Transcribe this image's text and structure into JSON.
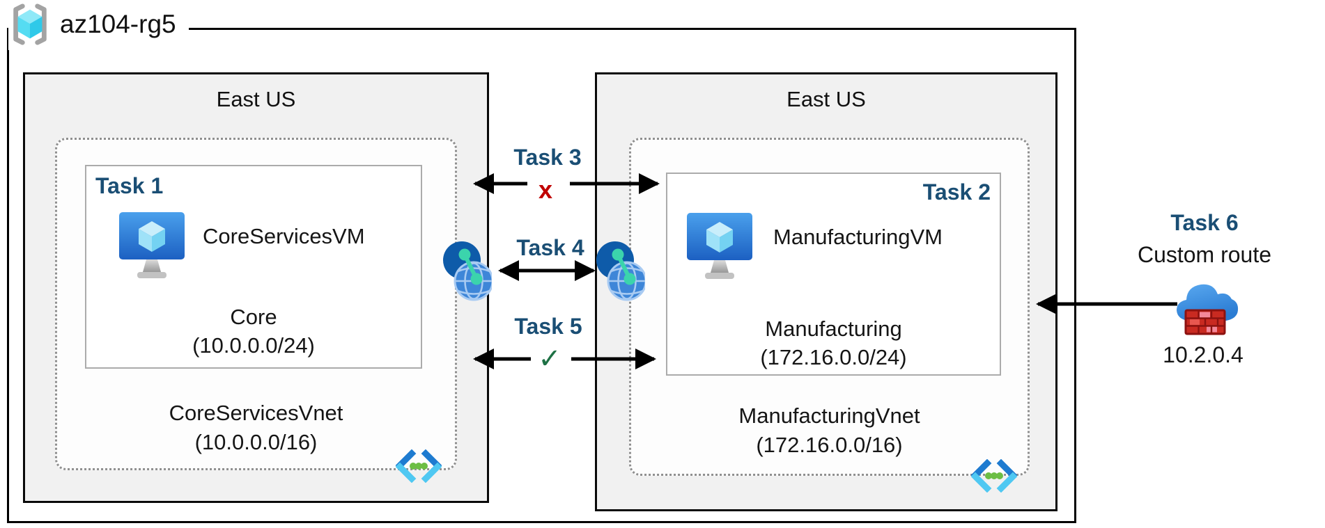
{
  "resource_group": {
    "name": "az104-rg5"
  },
  "regions": [
    {
      "title": "East US",
      "task_label": "Task 1",
      "vm_name": "CoreServicesVM",
      "subnet_name": "Core",
      "subnet_cidr": "(10.0.0.0/24)",
      "vnet_name": "CoreServicesVnet",
      "vnet_cidr": "(10.0.0.0/16)"
    },
    {
      "title": "East US",
      "task_label": "Task 2",
      "vm_name": "ManufacturingVM",
      "subnet_name": "Manufacturing",
      "subnet_cidr": "(172.16.0.0/24)",
      "vnet_name": "ManufacturingVnet",
      "vnet_cidr": "(172.16.0.0/16)"
    }
  ],
  "connections": {
    "task3": {
      "label": "Task 3",
      "status_symbol": "x"
    },
    "task4": {
      "label": "Task 4"
    },
    "task5": {
      "label": "Task 5",
      "status_symbol": "✓"
    },
    "task6": {
      "label": "Task 6",
      "description": "Custom route",
      "ip": "10.2.0.4"
    }
  },
  "icons": {
    "resource_group": "resource-group-brackets-cube",
    "vm": "virtual-machine-monitor-cube",
    "vnet": "virtual-network-chevrons-dots",
    "peering": "network-peering-globe",
    "nva": "cloud-with-firewall"
  },
  "colors": {
    "task_label_blue": "#1A4E74",
    "error_x_red": "#C00000",
    "check_green": "#1E7145",
    "region_fill": "#F1F1F1",
    "vm_blue_top": "#4AA0EC",
    "vm_blue_bottom": "#1C60C2",
    "cube_cyan": "#7FD3F0",
    "vnet_dot_green": "#6CBE44",
    "peering_teal": "#3BD4AC",
    "firewall_red": "#C92A21",
    "arrow_black": "#000000"
  }
}
